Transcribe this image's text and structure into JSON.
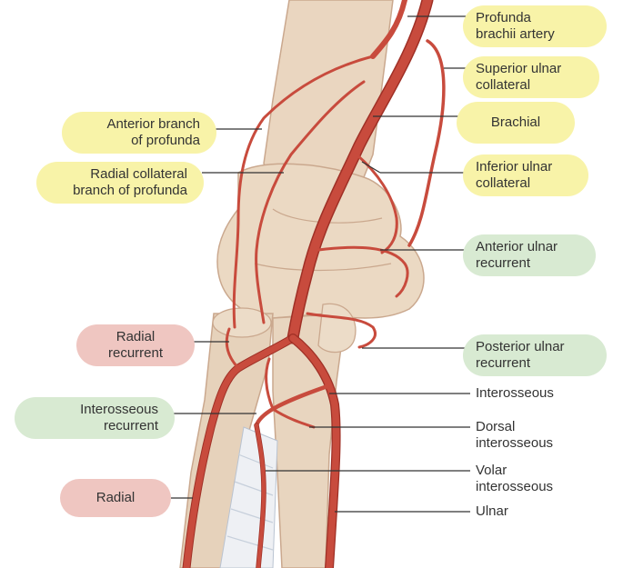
{
  "colors": {
    "yellow_label": "#f8f3a8",
    "green_label": "#d8ead2",
    "pink_label": "#efc6c1",
    "artery": "#c84b3d",
    "artery_dark": "#9f3026",
    "bone": "#ead6c0",
    "bone_edge": "#caa88e",
    "leader": "#333333"
  },
  "labels": {
    "profunda_brachii": [
      "Profunda",
      "brachii artery"
    ],
    "superior_ulnar": [
      "Superior ulnar",
      "collateral"
    ],
    "brachial": [
      "Brachial"
    ],
    "inferior_ulnar": [
      "Inferior ulnar",
      "collateral"
    ],
    "anterior_ulnar_recurrent": [
      "Anterior ulnar",
      "recurrent"
    ],
    "posterior_ulnar_recurrent": [
      "Posterior ulnar",
      "recurrent"
    ],
    "interosseous": [
      "Interosseous"
    ],
    "dorsal_interosseous": [
      "Dorsal",
      "interosseous"
    ],
    "volar_interosseous": [
      "Volar",
      "interosseous"
    ],
    "ulnar": [
      "Ulnar"
    ],
    "anterior_branch_profunda": [
      "Anterior branch",
      "of profunda"
    ],
    "radial_collateral": [
      "Radial collateral",
      "branch of profunda"
    ],
    "radial_recurrent": [
      "Radial",
      "recurrent"
    ],
    "interosseous_recurrent": [
      "Interosseous",
      "recurrent"
    ],
    "radial": [
      "Radial"
    ]
  }
}
